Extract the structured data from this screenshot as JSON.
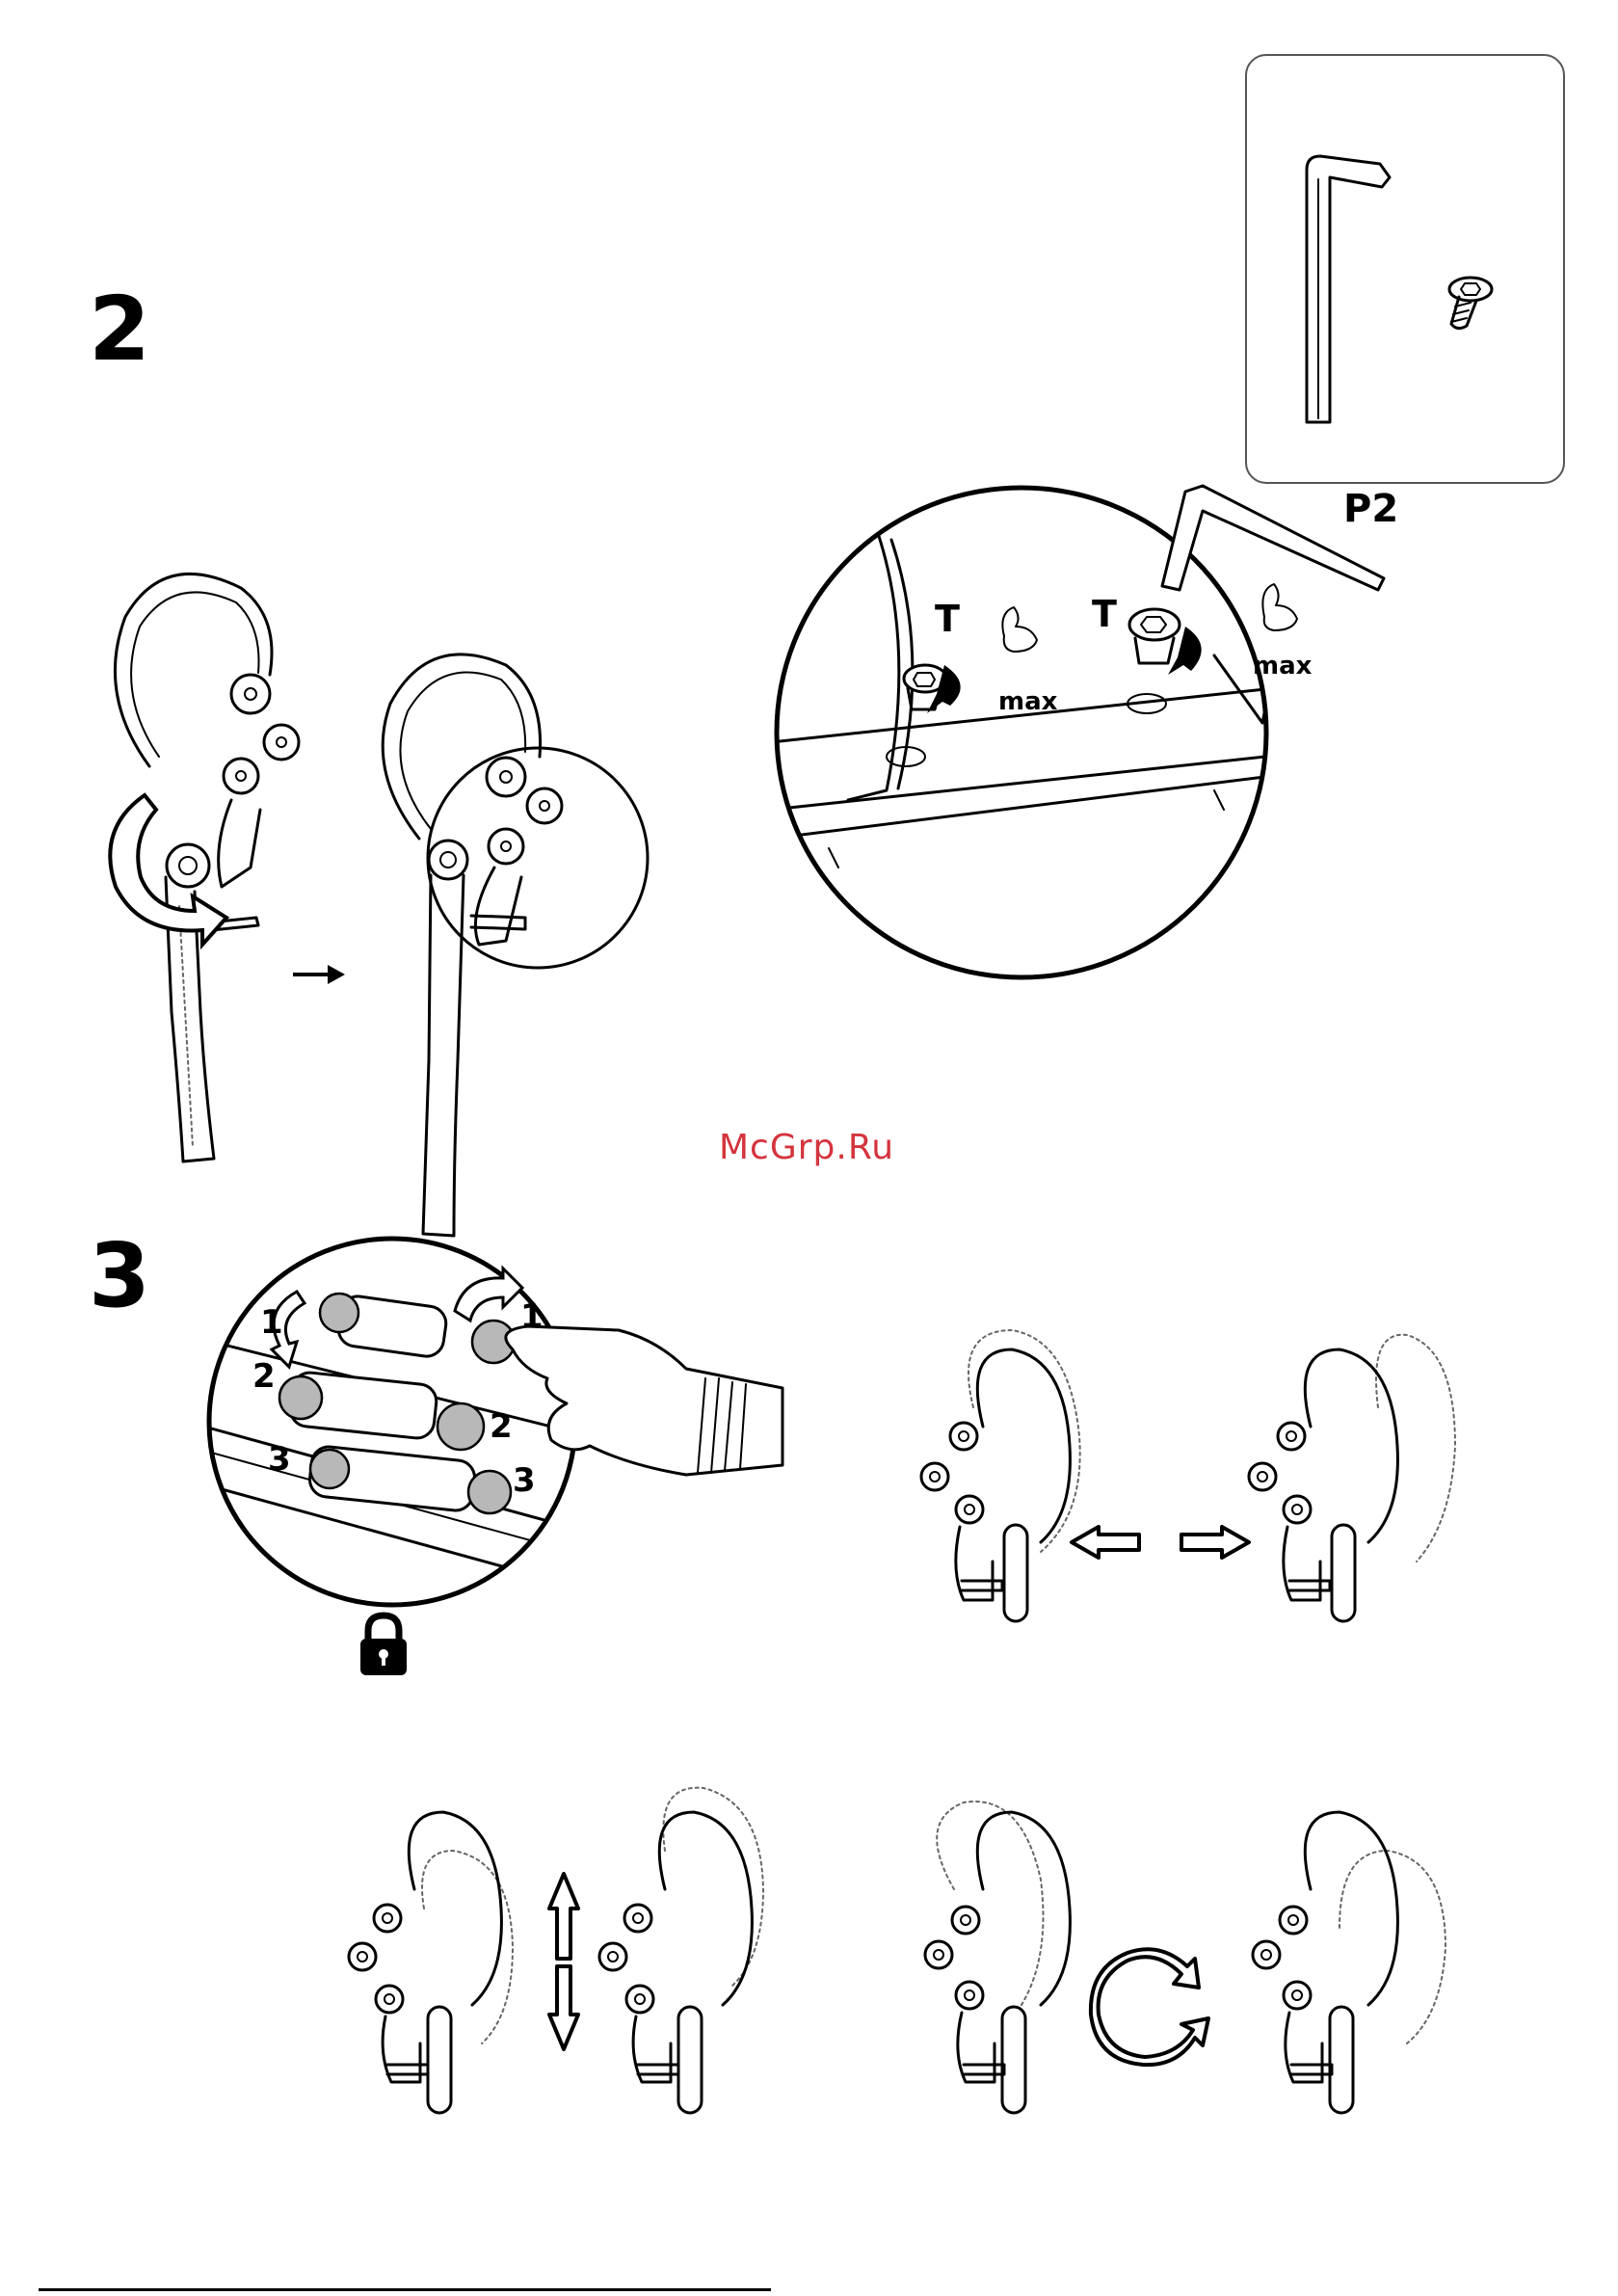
{
  "steps": {
    "step2": {
      "number": "2"
    },
    "step3": {
      "number": "3"
    }
  },
  "parts": {
    "label": "P2"
  },
  "torque": {
    "tool_label": "T",
    "max_label": "max"
  },
  "sequence": {
    "one": "1",
    "two": "2",
    "three": "3"
  },
  "watermark": {
    "text": "McGrp.Ru"
  },
  "icons": {
    "hex_key": "allen-key-icon",
    "screw": "screw-icon",
    "lock": "padlock-icon",
    "rotate": "rotate-icon",
    "arrow": "arrow-right-icon"
  }
}
